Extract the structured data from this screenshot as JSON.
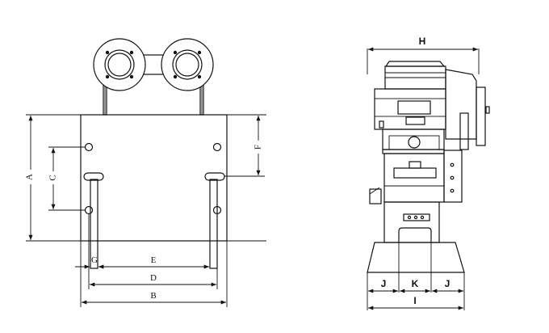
{
  "front_view": {
    "dimension_labels": {
      "A": "A",
      "B": "B",
      "C": "C",
      "D": "D",
      "E": "E",
      "F": "F",
      "G": "G"
    }
  },
  "side_view": {
    "dimension_labels": {
      "H": "H",
      "I": "I",
      "J_left": "J",
      "K": "K",
      "J_right": "J"
    }
  }
}
